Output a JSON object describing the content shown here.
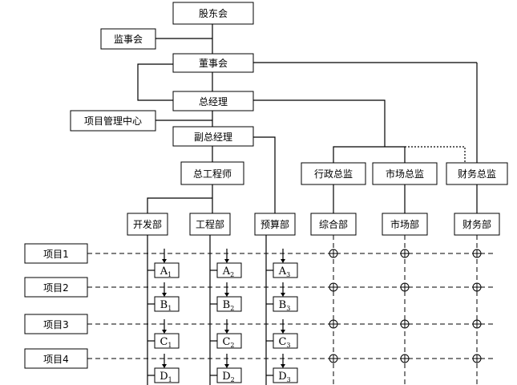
{
  "org": {
    "shareholders": "股东会",
    "supervisors": "监事会",
    "board": "董事会",
    "gm": "总经理",
    "pmc": "项目管理中心",
    "deputy_gm": "副总经理",
    "chief_engineer": "总工程师",
    "admin_director": "行政总监",
    "marketing_director": "市场总监",
    "finance_director": "财务总监"
  },
  "departments": [
    "开发部",
    "工程部",
    "预算部",
    "综合部",
    "市场部",
    "财务部"
  ],
  "projects": [
    "项目1",
    "项目2",
    "项目3",
    "项目4"
  ],
  "tasks": [
    [
      {
        "letter": "A",
        "sub": "1"
      },
      {
        "letter": "A",
        "sub": "2"
      },
      {
        "letter": "A",
        "sub": "3"
      }
    ],
    [
      {
        "letter": "B",
        "sub": "1"
      },
      {
        "letter": "B",
        "sub": "2"
      },
      {
        "letter": "B",
        "sub": "3"
      }
    ],
    [
      {
        "letter": "C",
        "sub": "1"
      },
      {
        "letter": "C",
        "sub": "2"
      },
      {
        "letter": "C",
        "sub": "3"
      }
    ],
    [
      {
        "letter": "D",
        "sub": "1"
      },
      {
        "letter": "D",
        "sub": "2"
      },
      {
        "letter": "D",
        "sub": "3"
      }
    ]
  ]
}
